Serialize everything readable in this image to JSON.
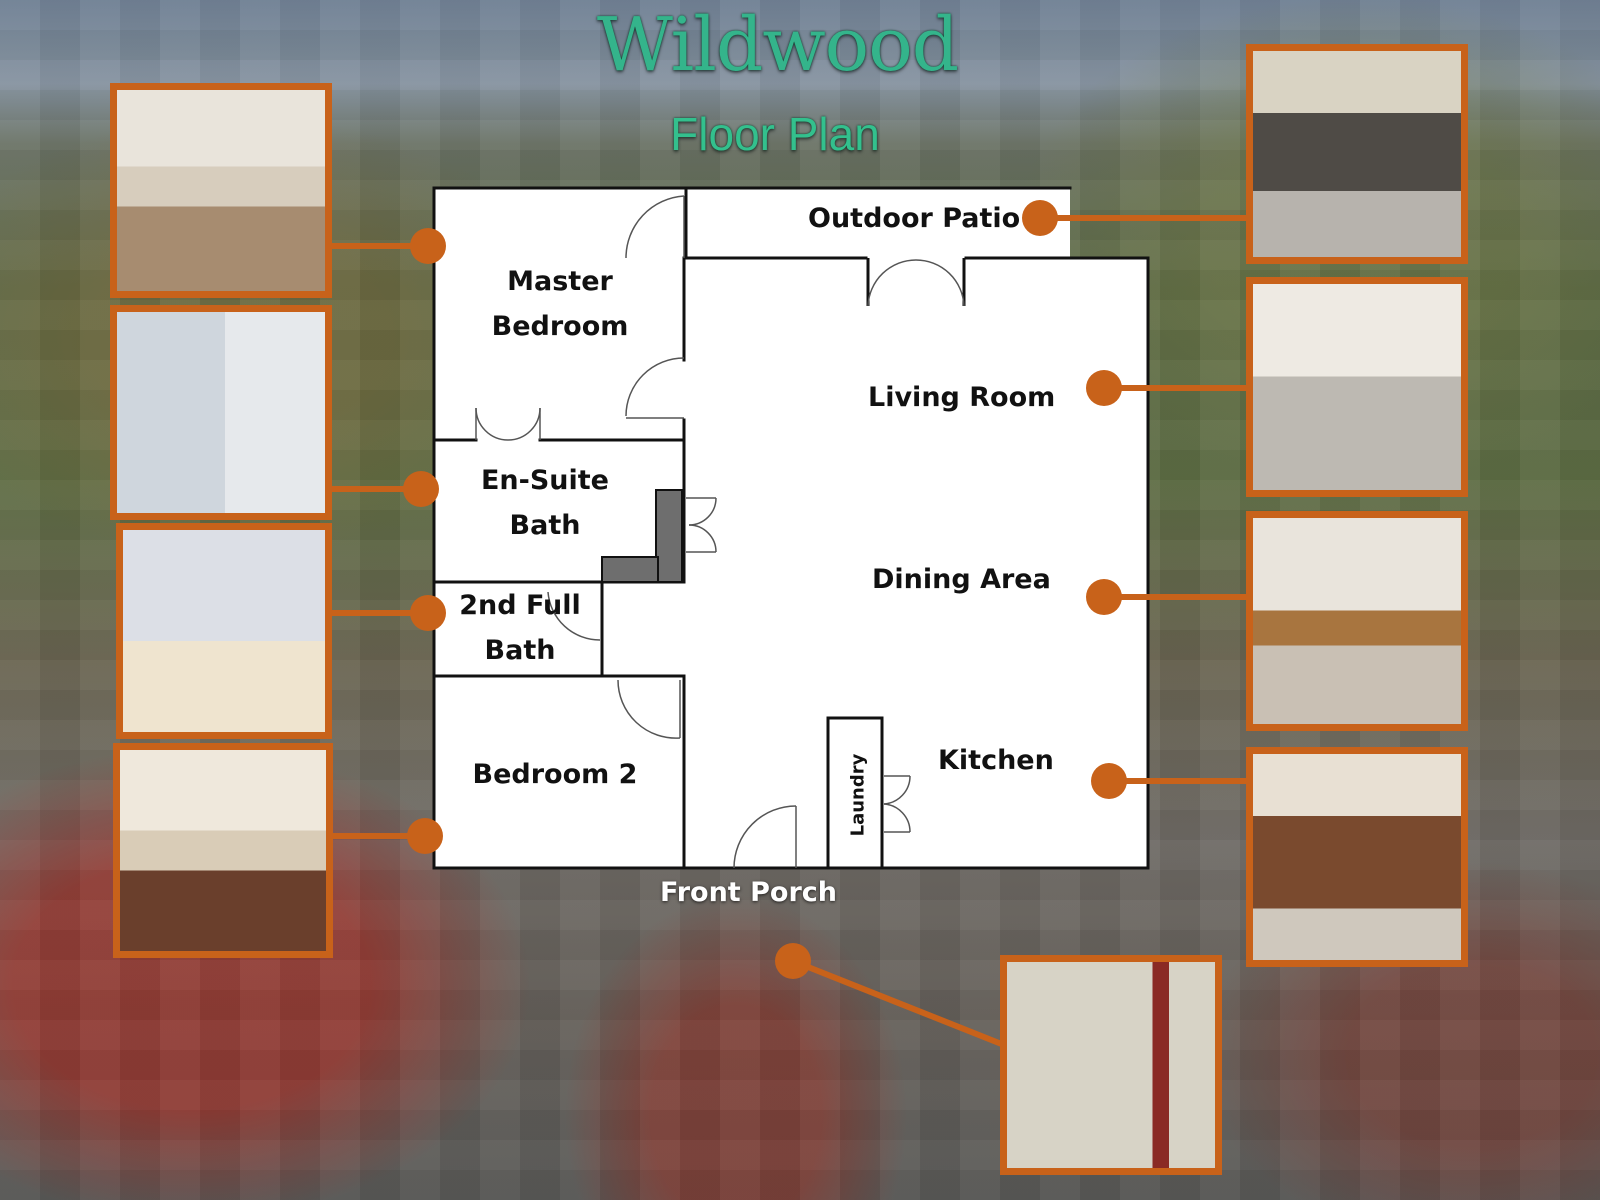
{
  "header": {
    "title": "Wildwood",
    "subtitle": "Floor Plan"
  },
  "rooms": {
    "master_bedroom": [
      "Master",
      "Bedroom"
    ],
    "ensuite_bath": [
      "En-Suite",
      "Bath"
    ],
    "second_full_bath": [
      "2nd Full",
      "Bath"
    ],
    "bedroom_2": "Bedroom 2",
    "outdoor_patio": "Outdoor Patio",
    "living_room": "Living Room",
    "dining_area": "Dining Area",
    "kitchen": "Kitchen",
    "laundry": "Laundry",
    "front_porch": "Front Porch"
  },
  "colors": {
    "accent": "#c8621a",
    "title": "#34b48b",
    "wall": "#111111",
    "floor": "#ffffff"
  },
  "photos": [
    "master-bedroom-photo",
    "ensuite-bath-photo",
    "second-bath-photo",
    "bedroom-2-photo",
    "outdoor-patio-photo",
    "living-room-photo",
    "dining-area-photo",
    "kitchen-photo",
    "front-porch-photo"
  ]
}
